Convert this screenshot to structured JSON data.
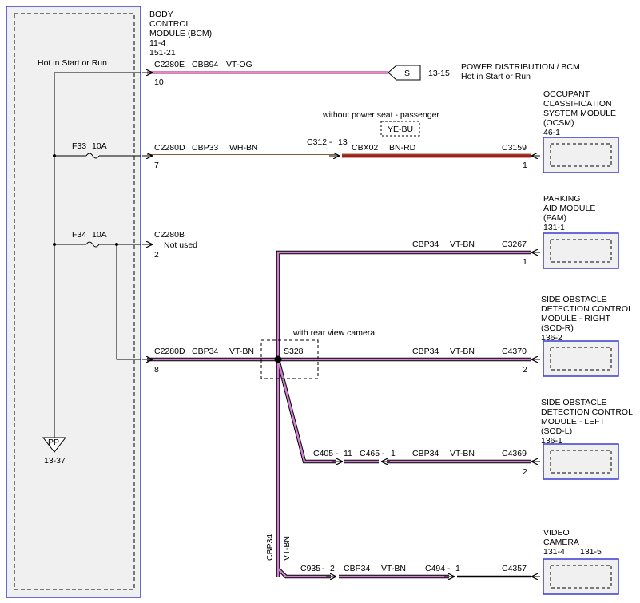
{
  "colors": {
    "module_border": "#3a3acf",
    "module_fill": "#f0f0f0",
    "wire_vt": "#d080d0",
    "wire_og": "#e89a78",
    "wire_wh": "#ffffff",
    "wire_bn": "#8a5a3c",
    "wire_rd": "#b01818",
    "wire_black": "#000000",
    "line": "#000000"
  },
  "bcm": {
    "title_lines": [
      "BODY",
      "CONTROL",
      "MODULE (BCM)",
      "11-4",
      "151-21"
    ],
    "hot_label": "Hot in Start or Run",
    "fuse_f33": "F33",
    "fuse_f33_amp": "10A",
    "fuse_f34": "F34",
    "fuse_f34_amp": "10A",
    "pp_label": "PP",
    "pp_ref": "13-37"
  },
  "circuits": {
    "row1": {
      "connector": "C2280E",
      "circuit": "CBB94",
      "color": "VT-OG",
      "pin": "10",
      "splice_label": "S",
      "splice_ref": "13-15",
      "dest_lines": [
        "POWER DISTRIBUTION / BCM",
        "Hot in Start or Run"
      ]
    },
    "row2": {
      "connector": "C2280D",
      "circuit": "CBP33",
      "color": "WH-BN",
      "pin": "7",
      "inline": "C312",
      "inline_dash": "-",
      "inline_pin": "13",
      "circuit2": "CBX02",
      "color2": "BN-RD",
      "option_note": "without power seat - passenger",
      "option_color": "YE-BU",
      "dest_connector": "C3159",
      "dest_pin": "1"
    },
    "row3": {
      "connector": "C2280B",
      "status": "Not used",
      "pin": "2"
    },
    "row4": {
      "connector": "C2280D",
      "circuit": "CBP34",
      "color": "VT-BN",
      "pin": "8",
      "splice": "S328",
      "option_note": "with rear view camera"
    },
    "pam": {
      "circuit": "CBP34",
      "color": "VT-BN",
      "connector": "C3267",
      "pin": "1"
    },
    "sodr": {
      "circuit": "CBP34",
      "color": "VT-BN",
      "connector": "C4370",
      "pin": "2"
    },
    "sodl": {
      "inline1": "C405",
      "inline1_dash": "-",
      "inline1_pin": "11",
      "inline2": "C465",
      "inline2_dash": "-",
      "inline2_pin": "1",
      "circuit": "CBP34",
      "color": "VT-BN",
      "connector": "C4369",
      "pin": "2"
    },
    "vertical": {
      "circuit": "CBP34",
      "color": "VT-BN"
    },
    "camera": {
      "inline1": "C935",
      "inline1_dash": "-",
      "inline1_pin": "2",
      "circuit": "CBP34",
      "color": "VT-BN",
      "inline2": "C494",
      "inline2_dash": "-",
      "inline2_pin": "1",
      "connector": "C4357"
    }
  },
  "modules": {
    "ocsm": {
      "lines": [
        "OCCUPANT",
        "CLASSIFICATION",
        "SYSTEM MODULE",
        "(OCSM)",
        "46-1"
      ]
    },
    "pam": {
      "lines": [
        "PARKING",
        "AID MODULE",
        "(PAM)",
        "131-1"
      ]
    },
    "sodr": {
      "lines": [
        "SIDE OBSTACLE",
        "DETECTION CONTROL",
        "MODULE - RIGHT",
        "(SOD-R)",
        "136-2"
      ]
    },
    "sodl": {
      "lines": [
        "SIDE OBSTACLE",
        "DETECTION CONTROL",
        "MODULE - LEFT",
        "(SOD-L)",
        "136-1"
      ]
    },
    "camera": {
      "lines": [
        "VIDEO",
        "CAMERA"
      ],
      "ref1": "131-4",
      "ref2": "131-5"
    }
  }
}
